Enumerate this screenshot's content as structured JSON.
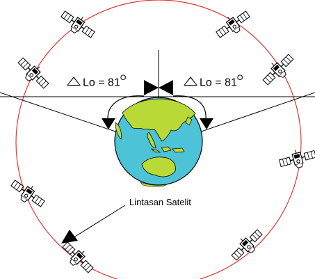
{
  "labels": {
    "delta_left": {
      "symbol": "Lo",
      "equals": "= 81",
      "superscript": "O"
    },
    "delta_right": {
      "symbol": "Lo",
      "equals": "= 81",
      "superscript": "O"
    },
    "orbit": "Lintasan Satelit"
  },
  "colors": {
    "orbit": "#e3342f",
    "ocean": "#4cc3d6",
    "land": "#b9d936",
    "line": "#000000"
  },
  "icons": [
    "satellite-icon",
    "earth-globe-icon",
    "geostationary-satellite-icon"
  ]
}
